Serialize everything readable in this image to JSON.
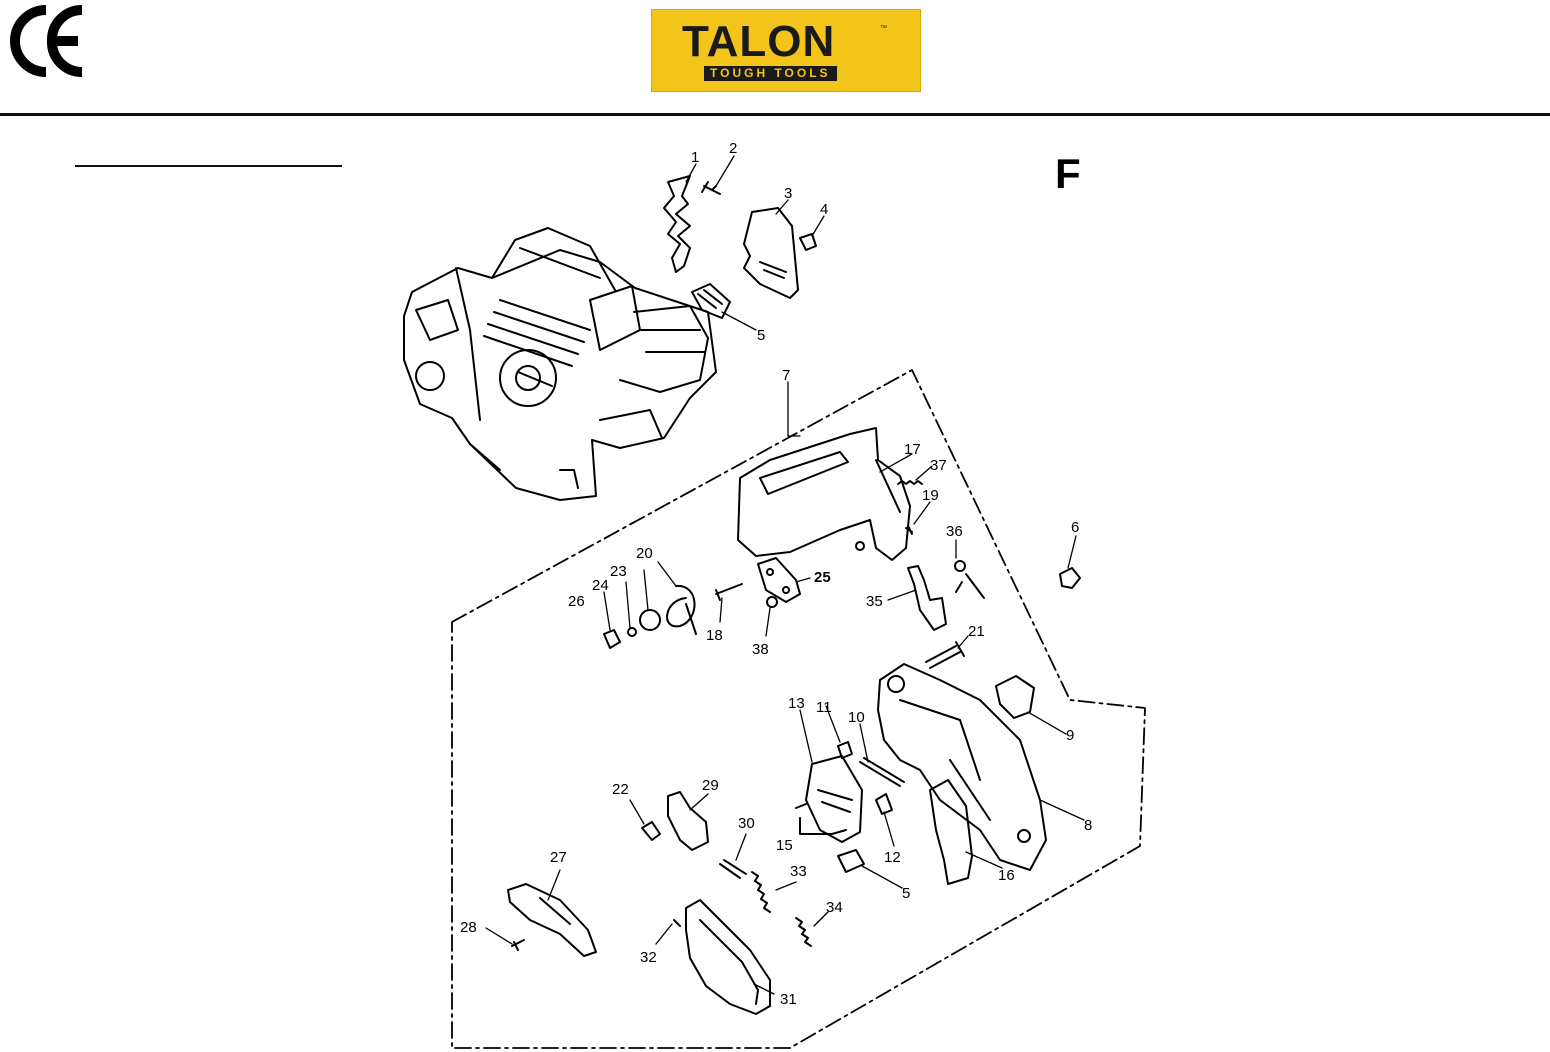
{
  "header": {
    "ce_mark": "CE",
    "logo": {
      "name": "TALON",
      "tm": "™",
      "tagline": "TOUGH TOOLS",
      "color_bg": "#f3c419",
      "color_fg": "#1a1a1a"
    }
  },
  "section_letter": "F",
  "diagram": {
    "parts": [
      {
        "id": "p1",
        "label": "1"
      },
      {
        "id": "p2",
        "label": "2"
      },
      {
        "id": "p3",
        "label": "3"
      },
      {
        "id": "p4",
        "label": "4"
      },
      {
        "id": "p5a",
        "label": "5"
      },
      {
        "id": "p5b",
        "label": "5"
      },
      {
        "id": "p6",
        "label": "6"
      },
      {
        "id": "p7",
        "label": "7"
      },
      {
        "id": "p8",
        "label": "8"
      },
      {
        "id": "p9",
        "label": "9"
      },
      {
        "id": "p10",
        "label": "10"
      },
      {
        "id": "p11",
        "label": "11"
      },
      {
        "id": "p12",
        "label": "12"
      },
      {
        "id": "p13",
        "label": "13"
      },
      {
        "id": "p15",
        "label": "15"
      },
      {
        "id": "p16",
        "label": "16"
      },
      {
        "id": "p17",
        "label": "17"
      },
      {
        "id": "p18",
        "label": "18"
      },
      {
        "id": "p19",
        "label": "19"
      },
      {
        "id": "p20",
        "label": "20"
      },
      {
        "id": "p21",
        "label": "21"
      },
      {
        "id": "p22",
        "label": "22"
      },
      {
        "id": "p23",
        "label": "23"
      },
      {
        "id": "p24",
        "label": "24"
      },
      {
        "id": "p25",
        "label": "25"
      },
      {
        "id": "p26",
        "label": "26"
      },
      {
        "id": "p27",
        "label": "27"
      },
      {
        "id": "p28",
        "label": "28"
      },
      {
        "id": "p29",
        "label": "29"
      },
      {
        "id": "p30",
        "label": "30"
      },
      {
        "id": "p31",
        "label": "31"
      },
      {
        "id": "p32",
        "label": "32"
      },
      {
        "id": "p33",
        "label": "33"
      },
      {
        "id": "p34",
        "label": "34"
      },
      {
        "id": "p35",
        "label": "35"
      },
      {
        "id": "p36",
        "label": "36"
      },
      {
        "id": "p37",
        "label": "37"
      },
      {
        "id": "p38",
        "label": "38"
      }
    ]
  }
}
